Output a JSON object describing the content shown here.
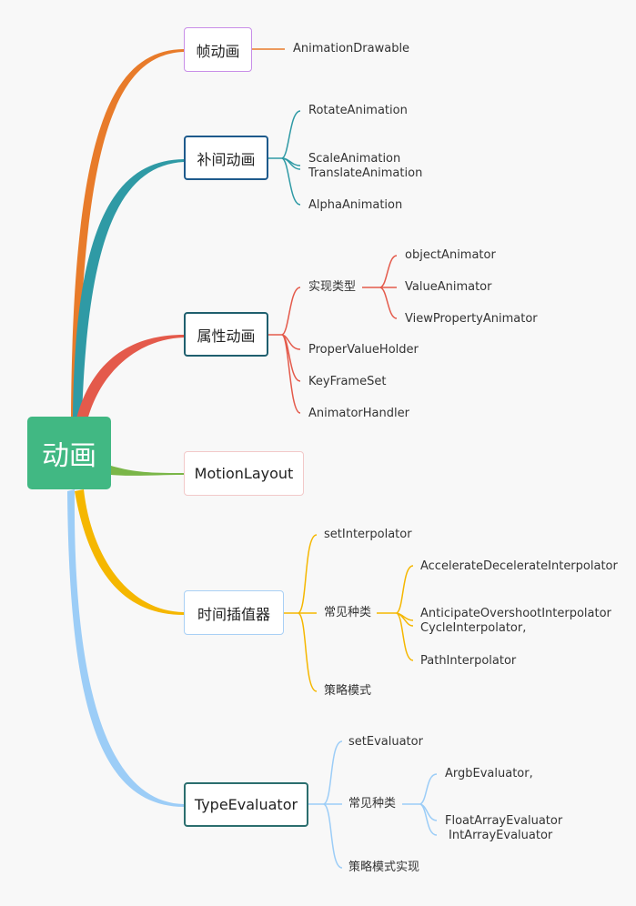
{
  "root": {
    "label": "动画"
  },
  "colors": {
    "frame": "#e87b2a",
    "tween": "#2f9aa5",
    "property": "#e45a4b",
    "motion": "#7ab648",
    "interp": "#f5b700",
    "evaluator": "#9ccdf7",
    "root": "#41b883"
  },
  "branches": {
    "frame": {
      "label": "帧动画",
      "leaves": [
        "AnimationDrawable"
      ]
    },
    "tween": {
      "label": "补间动画",
      "leaves": [
        "RotateAnimation",
        "ScaleAnimation",
        "TranslateAnimation",
        "AlphaAnimation"
      ]
    },
    "property": {
      "label": "属性动画",
      "sub_label": "实现类型",
      "sub_leaves": [
        "objectAnimator",
        "ValueAnimator",
        "ViewPropertyAnimator"
      ],
      "leaves": [
        "ProperValueHolder",
        "KeyFrameSet",
        "AnimatorHandler"
      ]
    },
    "motion": {
      "label": "MotionLayout"
    },
    "interp": {
      "label": "时间插值器",
      "first": "setInterpolator",
      "sub_label": "常见种类",
      "sub_leaves": [
        "AccelerateDecelerateInterpolator",
        "AnticipateOvershootInterpolator",
        "CycleInterpolator,",
        "PathInterpolator"
      ],
      "last": "策略模式"
    },
    "evaluator": {
      "label": "TypeEvaluator",
      "first": "setEvaluator",
      "sub_label": "常见种类",
      "sub_leaves": [
        "ArgbEvaluator,",
        "FloatArrayEvaluator",
        "IntArrayEvaluator"
      ],
      "last": "策略模式实现"
    }
  }
}
